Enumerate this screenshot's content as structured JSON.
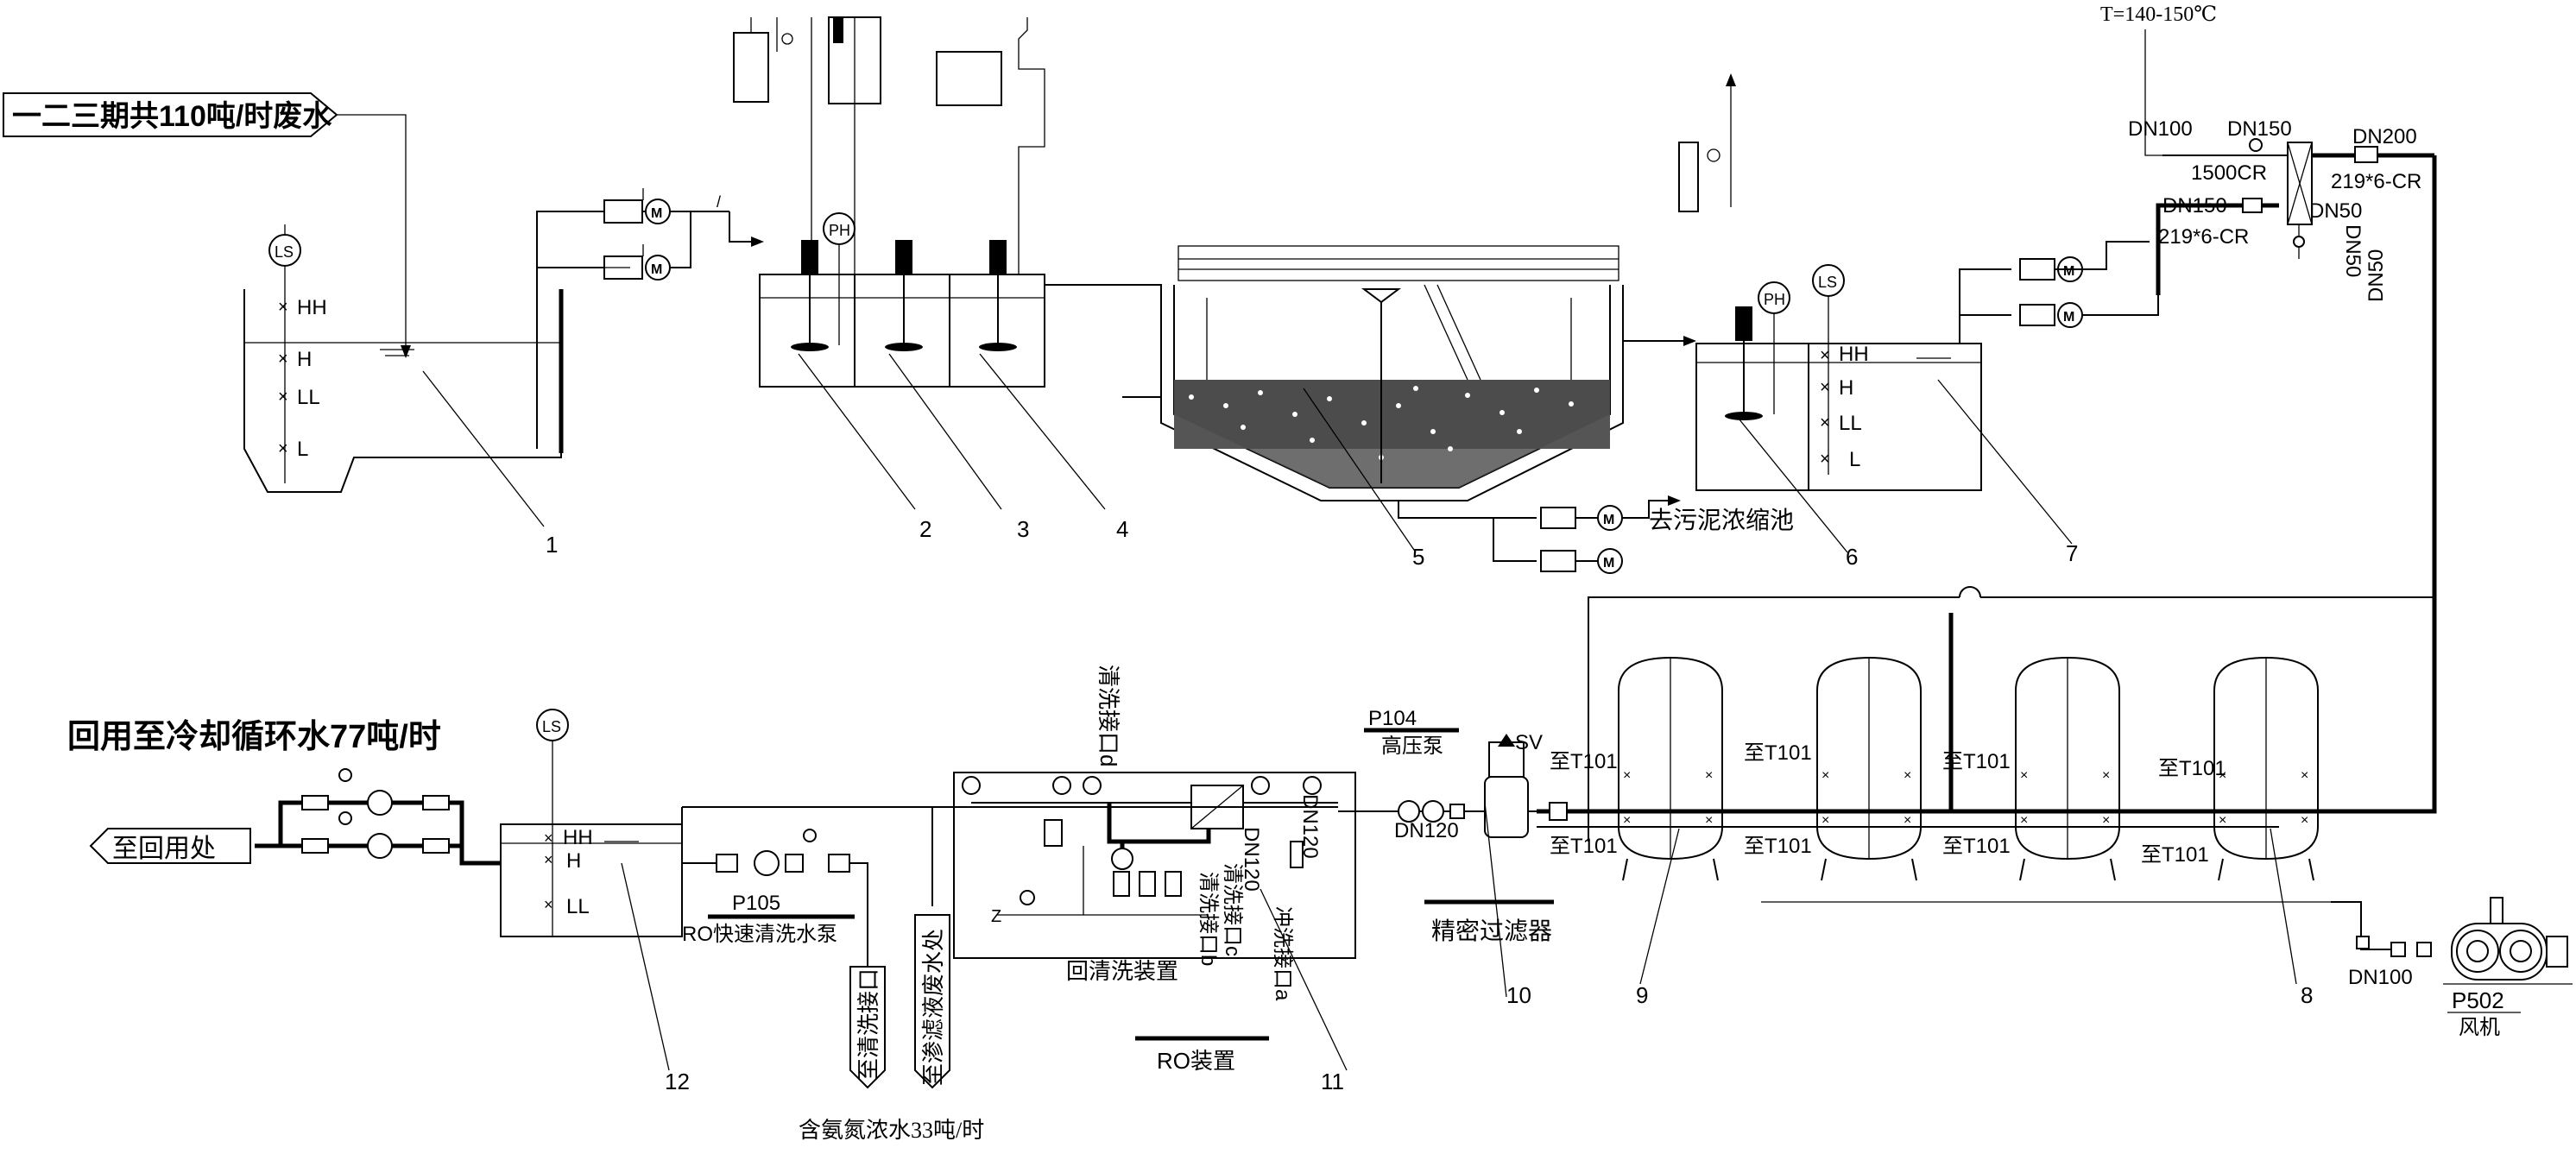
{
  "top_flow": {
    "source_banner": "一二三期共110吨/时废水",
    "temperature": "T=140-150℃",
    "sludge_outlet": "去污泥浓缩池",
    "pipe_dn100": "DN100",
    "pipe_dn150_a": "DN150",
    "pipe_dn150_b": "DN150",
    "pipe_dn200": "DN200",
    "pipe_dn50_a": "DN50",
    "pipe_dn50_b": "DN50",
    "pipe_dn50_c": "DN50",
    "exchanger_1500": "1500CR",
    "spec_219_a": "219*6-CR",
    "spec_219_b": "219*6-CR"
  },
  "bottom_flow": {
    "reuse_title": "回用至冷却循环水77吨/时",
    "reuse_outlet": "至回用处",
    "p105_tag": "P105",
    "p105_name": "RO快速清洗水泵",
    "to_cleaning_port": "至清洗接口",
    "concentrate_outlet": "至渗滤液废水处",
    "concentrate_flow": "含氨氮浓水33吨/时",
    "ro_device": "RO装置",
    "backwash_device": "回清洗装置",
    "clean_port_d": "清洗接口d",
    "clean_port_c": "清洗接口c",
    "clean_port_b": "清洗接口b",
    "flush_port_a": "冲洗接口a",
    "dn120_vertical": "DN120",
    "dn120_b": "DN120",
    "p104_tag": "P104",
    "p104_name": "高压泵",
    "sv_label": "SV",
    "precision_filter": "精密过滤器",
    "to_t101": "至T101",
    "dn100_blower": "DN100",
    "p502_tag": "P502",
    "p502_name": "风机"
  },
  "instruments": {
    "ls": "LS",
    "ph": "PH",
    "level_hh": "HH",
    "level_h": "H",
    "level_ll": "LL",
    "level_l": "L",
    "valve_mark": "Z"
  },
  "callouts": [
    "1",
    "2",
    "3",
    "4",
    "5",
    "6",
    "7",
    "8",
    "9",
    "10",
    "11",
    "12"
  ]
}
